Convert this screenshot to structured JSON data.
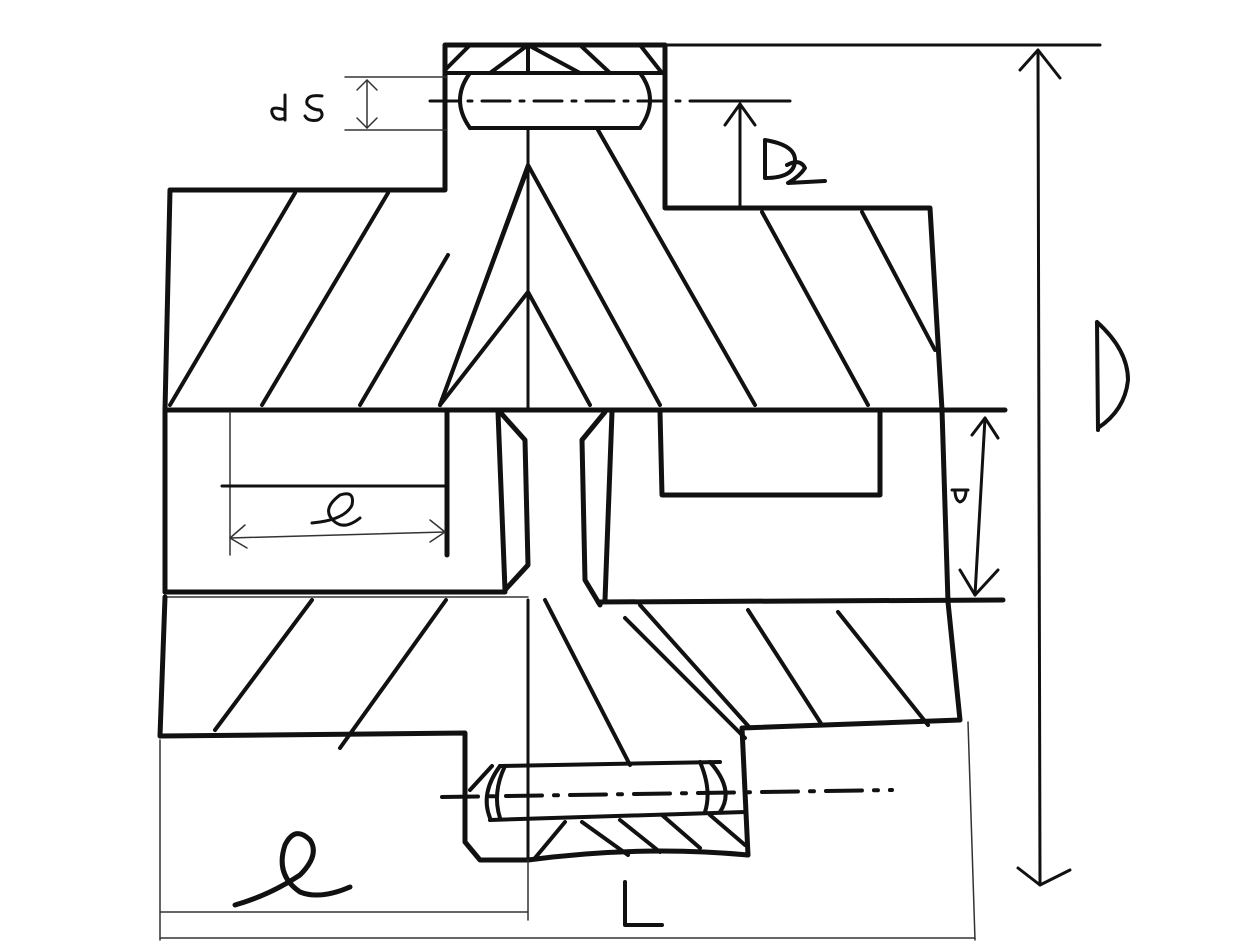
{
  "diagram": {
    "labels": {
      "ds": "ds",
      "D2": "D",
      "D2_subscript": "2",
      "D": "D",
      "d": "d",
      "l_small": "l",
      "l_large": "l",
      "L": "L"
    },
    "colors": {
      "ink": "#111111",
      "thin_line": "#333333",
      "background": "#ffffff"
    }
  }
}
